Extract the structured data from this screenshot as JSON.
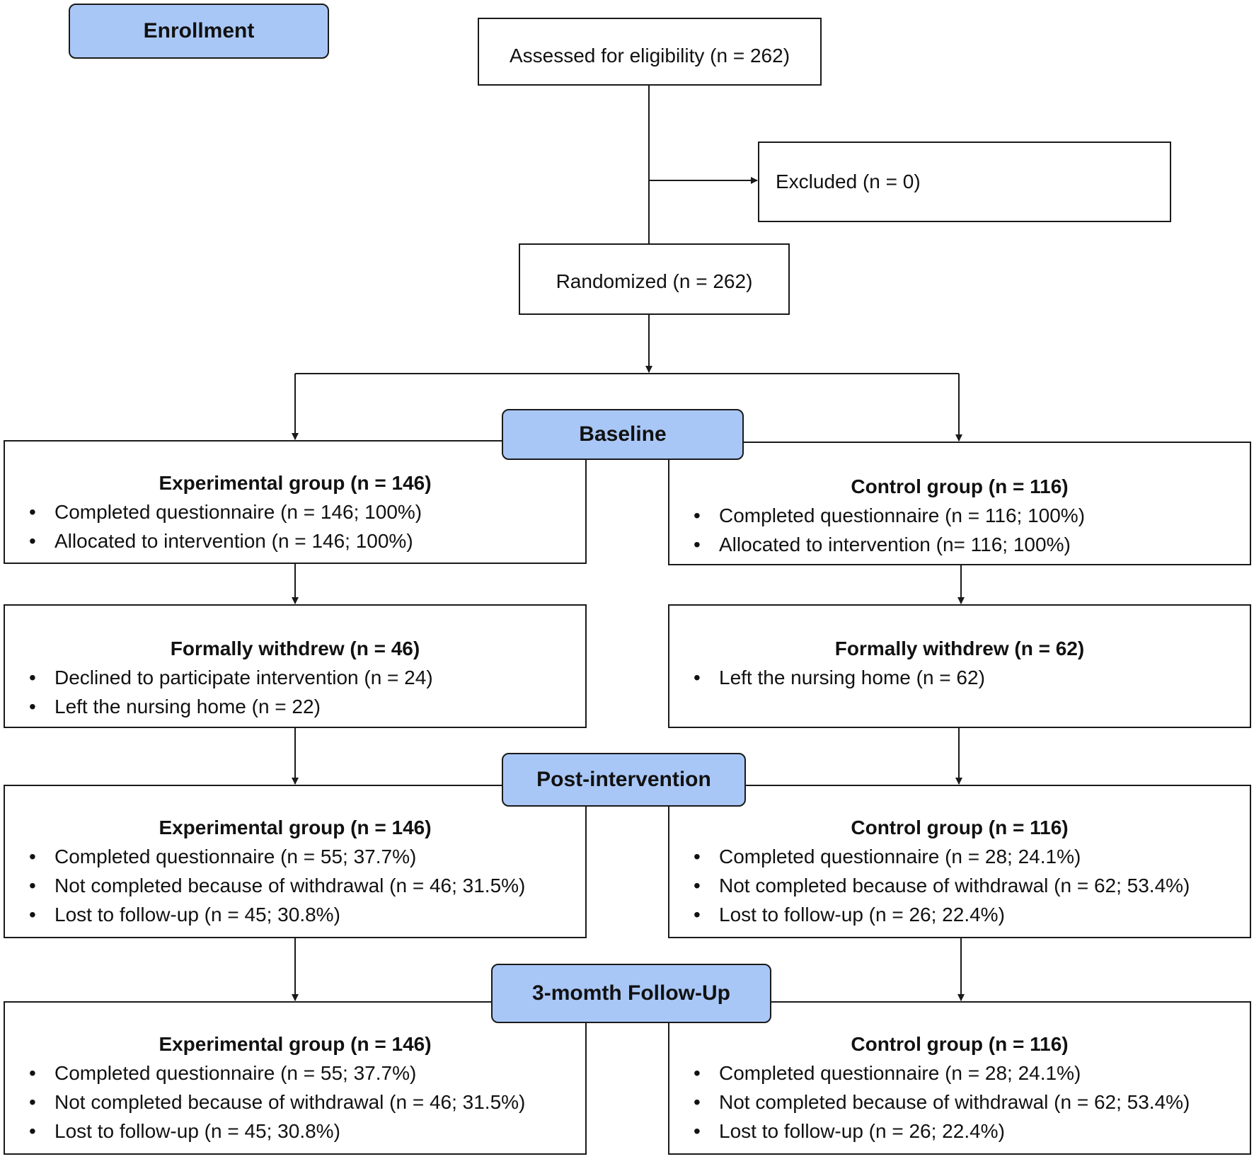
{
  "stages": {
    "enrollment": "Enrollment",
    "baseline": "Baseline",
    "post": "Post-intervention",
    "followup": "3-momth Follow-Up"
  },
  "assessed": "Assessed for eligibility (n = 262)",
  "excluded": "Excluded (n = 0)",
  "randomized": "Randomized (n = 262)",
  "baseline": {
    "experimental": {
      "title": "Experimental group (n = 146)",
      "items": [
        "Completed questionnaire (n = 146; 100%)",
        "Allocated to intervention (n = 146; 100%)"
      ]
    },
    "control": {
      "title": "Control group (n = 116)",
      "items": [
        "Completed questionnaire (n = 116; 100%)",
        "Allocated to intervention (n= 116; 100%)"
      ]
    }
  },
  "withdrew": {
    "experimental": {
      "title": "Formally withdrew (n = 46)",
      "items": [
        "Declined to participate intervention (n = 24)",
        "Left the nursing home (n = 22)"
      ]
    },
    "control": {
      "title": "Formally withdrew (n = 62)",
      "items": [
        "Left the nursing home (n = 62)"
      ]
    }
  },
  "post": {
    "experimental": {
      "title": "Experimental group (n = 146)",
      "items": [
        "Completed questionnaire (n = 55; 37.7%)",
        "Not completed because of withdrawal (n = 46; 31.5%)",
        "Lost to follow-up (n = 45; 30.8%)"
      ]
    },
    "control": {
      "title": "Control group (n = 116)",
      "items": [
        "Completed questionnaire (n = 28; 24.1%)",
        "Not completed because of withdrawal (n = 62; 53.4%)",
        "Lost to follow-up (n = 26; 22.4%)"
      ]
    }
  },
  "followup": {
    "experimental": {
      "title": "Experimental group (n = 146)",
      "items": [
        "Completed questionnaire (n = 55; 37.7%)",
        "Not completed because of withdrawal (n = 46; 31.5%)",
        "Lost to follow-up (n = 45; 30.8%)"
      ]
    },
    "control": {
      "title": "Control group (n = 116)",
      "items": [
        "Completed questionnaire (n = 28; 24.1%)",
        "Not completed because of withdrawal (n = 62; 53.4%)",
        "Lost to follow-up (n = 26; 22.4%)"
      ]
    }
  }
}
